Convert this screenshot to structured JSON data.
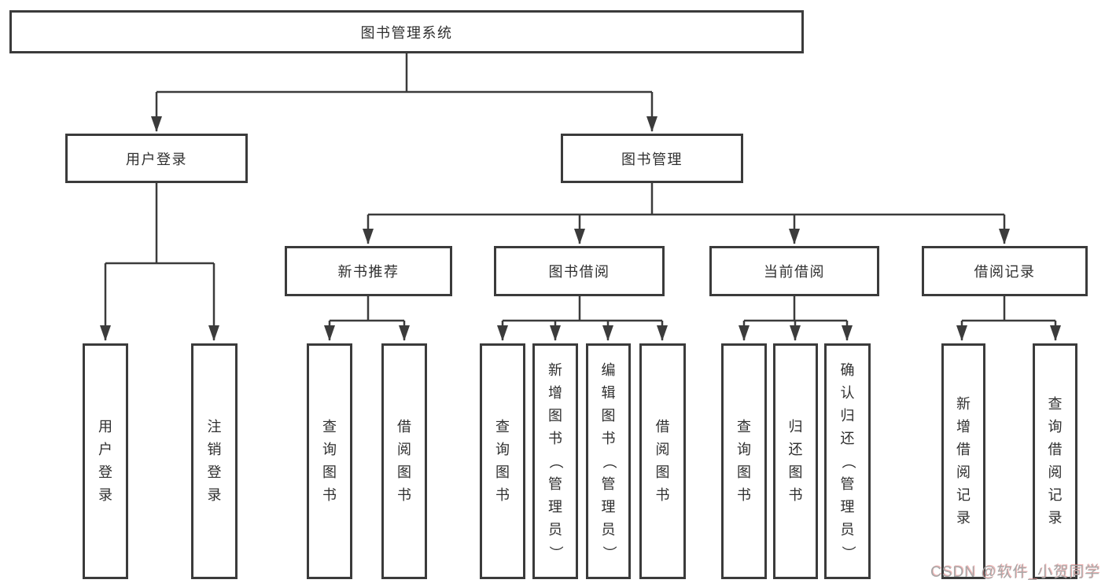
{
  "diagram": {
    "root": "图书管理系统",
    "user_login": {
      "label": "用户登录",
      "login": "用户登录",
      "logout": "注销登录"
    },
    "book_mgmt": {
      "label": "图书管理",
      "new_book_rec": {
        "label": "新书推荐",
        "query": "查询图书",
        "borrow": "借阅图书"
      },
      "book_borrow": {
        "label": "图书借阅",
        "query": "查询图书",
        "add": "新增图书（管理员）",
        "edit": "编辑图书（管理员）",
        "borrow": "借阅图书"
      },
      "current_borrow": {
        "label": "当前借阅",
        "query": "查询图书",
        "return": "归还图书",
        "confirm": "确认归还（管理员）"
      },
      "borrow_record": {
        "label": "借阅记录",
        "add": "新增借阅记录",
        "query": "查询借阅记录"
      }
    }
  },
  "watermark": "CSDN @软件_小贺同学",
  "colors": {
    "line": "#3b3b3b",
    "box_border": "#3b3b3b",
    "text": "#2f2f2f",
    "watermark": "#a8a8a8"
  }
}
